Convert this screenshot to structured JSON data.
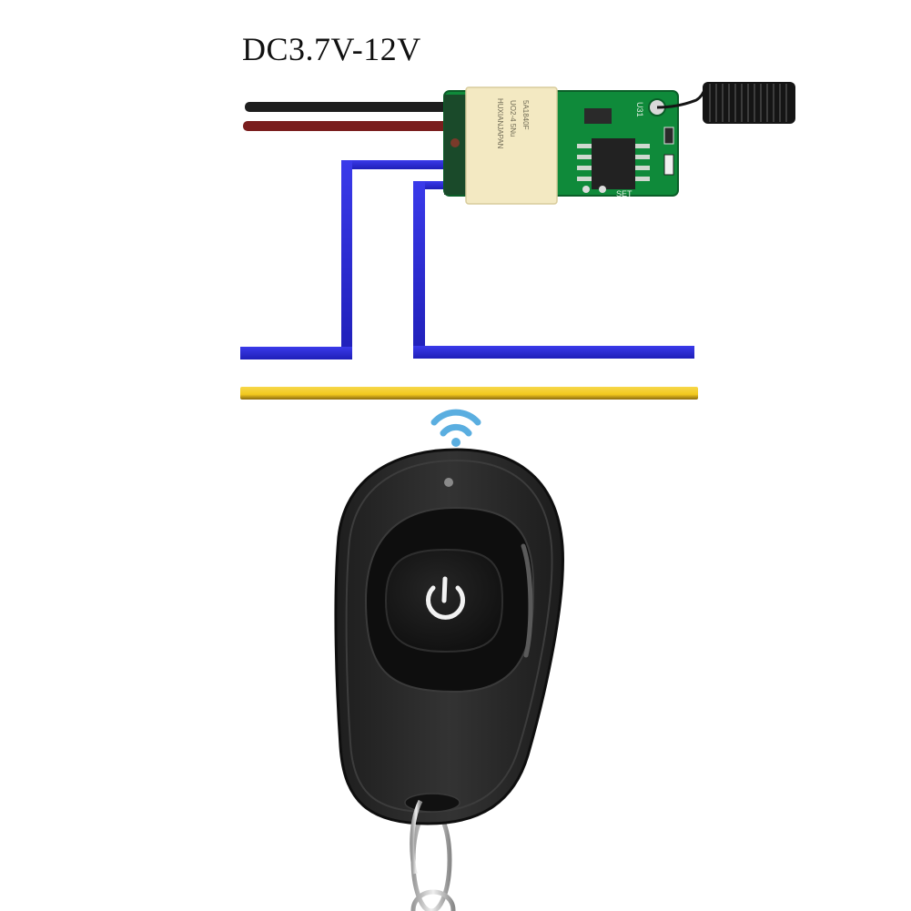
{
  "diagram": {
    "title_label": "DC3.7V-12V",
    "colors": {
      "background": "#ffffff",
      "wire_black": "#1e1e1e",
      "wire_red": "#7a1e1e",
      "wire_blue": "#2b2bd6",
      "wire_yellow": "#f2c81e",
      "pcb_green": "#0f8a3a",
      "relay_body": "#f3e9c2",
      "antenna": "#151515",
      "signal_icon": "#5aaee0",
      "remote_body": "#2a2a2a",
      "remote_button": "#161616",
      "power_symbol": "#f2f2f2"
    },
    "module": {
      "relay_markings": [
        "5A1840F",
        "UO2-4 5Nu",
        "HUXIANJAPAN"
      ],
      "pcb_label_top": "U31",
      "pcb_label_bottom": "SET"
    },
    "wires": {
      "power_inputs": [
        "black",
        "red"
      ],
      "switched_outputs": [
        "blue",
        "blue"
      ],
      "load_lines": [
        "blue",
        "yellow"
      ]
    },
    "remote": {
      "button_icon": "power-icon",
      "indicator": "led-indicator"
    },
    "signal": {
      "icon": "wifi-signal-icon"
    }
  }
}
